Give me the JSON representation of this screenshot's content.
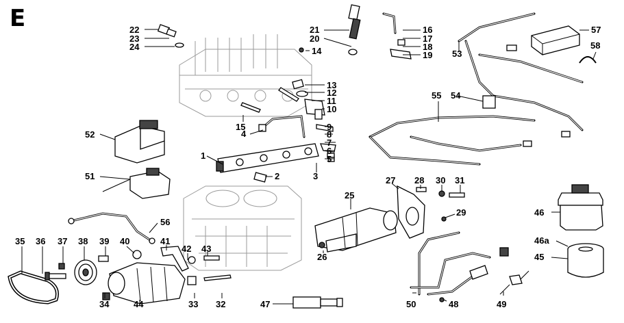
{
  "section_letter": "E",
  "callouts": [
    "1",
    "2",
    "3",
    "4",
    "5",
    "6",
    "7",
    "8",
    "9",
    "10",
    "11",
    "12",
    "13",
    "14",
    "15",
    "16",
    "17",
    "18",
    "19",
    "20",
    "21",
    "22",
    "23",
    "24",
    "25",
    "26",
    "27",
    "28",
    "29",
    "30",
    "31",
    "32",
    "33",
    "34",
    "35",
    "36",
    "37",
    "38",
    "39",
    "40",
    "41",
    "42",
    "43",
    "44",
    "45",
    "46",
    "46a",
    "47",
    "48",
    "49",
    "50",
    "51",
    "52",
    "53",
    "54",
    "55",
    "56",
    "57",
    "58"
  ]
}
